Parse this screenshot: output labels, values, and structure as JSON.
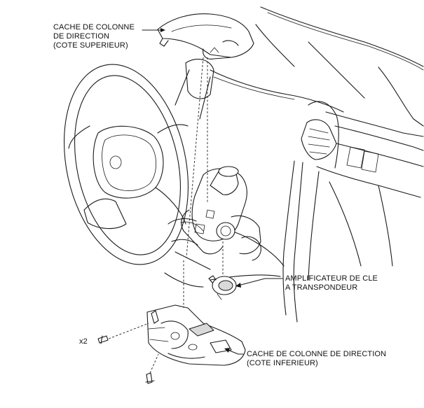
{
  "labels": {
    "upper_cover": "CACHE DE COLONNE\nDE DIRECTION\n(COTE SUPERIEUR)",
    "amplifier": "AMPLIFICATEUR DE CLE\nA TRANSPONDEUR",
    "lower_cover": "CACHE DE COLONNE DE DIRECTION\n(COTE INFERIEUR)",
    "screw_count": "x2"
  }
}
